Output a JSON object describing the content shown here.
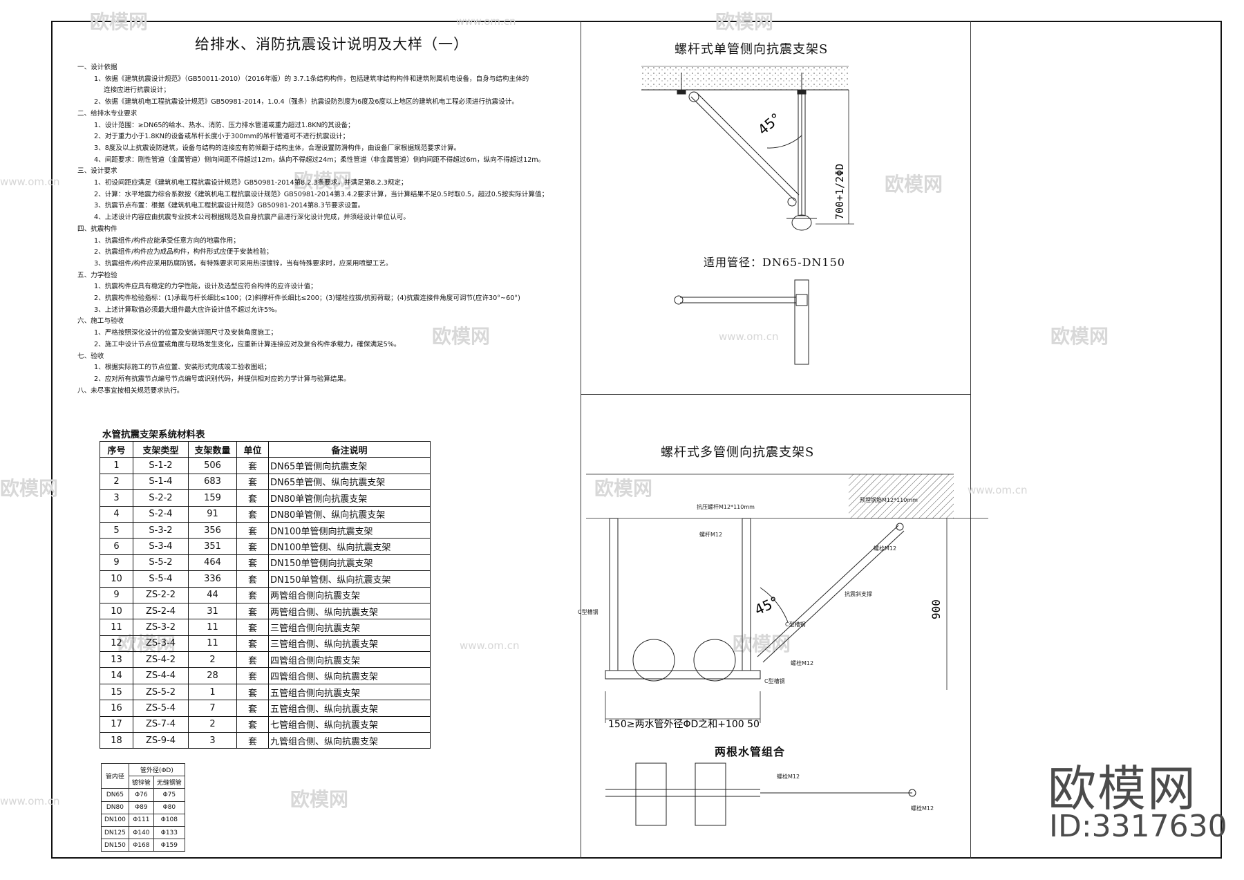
{
  "title": "给排水、消防抗震设计说明及大样（一）",
  "notes": [
    {
      "cls": "s",
      "text": "一、设计依据"
    },
    {
      "cls": "i",
      "text": "1、依据《建筑抗震设计规范》（GB50011-2010）（2016年版）的 3.7.1条结构构件，包括建筑非结构构件和建筑附属机电设备，自身与结构主体的"
    },
    {
      "cls": "i2",
      "text": "连接应进行抗震设计；"
    },
    {
      "cls": "i",
      "text": "2、依据《建筑机电工程抗震设计规范》GB50981-2014，1.0.4（强条）抗震设防烈度为6度及6度以上地区的建筑机电工程必须进行抗震设计。"
    },
    {
      "cls": "s",
      "text": "二、给排水专业要求"
    },
    {
      "cls": "i",
      "text": "1、设计范围：≥DN65的给水、热水、消防、压力排水管道或重力超过1.8KN的其设备；"
    },
    {
      "cls": "i",
      "text": "2、对于重力小于1.8KN的设备或吊杆长度小于300mm的吊杆管道可不进行抗震设计；"
    },
    {
      "cls": "i",
      "text": "3、8度及以上抗震设防建筑，设备与结构的连接应有防倾翻于结构主体，合理设置防滑构件，由设备厂家根据规范要求计算。"
    },
    {
      "cls": "i",
      "text": "4、间距要求：刚性管道（金属管道）侧向间距不得超过12m，纵向不得超过24m；柔性管道（非金属管道）侧向间距不得超过6m，纵向不得超过12m。"
    },
    {
      "cls": "s",
      "text": "三、设计要求"
    },
    {
      "cls": "i",
      "text": "1、初设间距应满足《建筑机电工程抗震设计规范》GB50981-2014第8.2.3条要求，并满足第8.2.3规定；"
    },
    {
      "cls": "i",
      "text": "2、计算：水平地震力综合系数按《建筑机电工程抗震设计规范》GB50981-2014第3.4.2要求计算，当计算结果不足0.5时取0.5，超过0.5按实际计算值；"
    },
    {
      "cls": "i",
      "text": "3、抗震节点布置：根据《建筑机电工程抗震设计规范》GB50981-2014第8.3节要求设置。"
    },
    {
      "cls": "i",
      "text": "4、上述设计内容应由抗震专业技术公司根据规范及自身抗震产品进行深化设计完成，并须经设计单位认可。"
    },
    {
      "cls": "s",
      "text": "四、抗震构件"
    },
    {
      "cls": "i",
      "text": "1、抗震组件/构件应能承受任意方向的地震作用；"
    },
    {
      "cls": "i",
      "text": "2、抗震组件/构件应为成品构件，构件形式应便于安装检验；"
    },
    {
      "cls": "i",
      "text": "3、抗震组件/构件应采用防腐防锈，有特殊要求可采用热浸镀锌，当有特殊要求时，应采用喷塑工艺。"
    },
    {
      "cls": "s",
      "text": "五、力学检验"
    },
    {
      "cls": "i",
      "text": "1、抗震构件应具有稳定的力学性能，设计及选型应符合构件的应许设计值；"
    },
    {
      "cls": "i",
      "text": "2、抗震构件检验指标：(1)承载与杆长细比≤100；(2)斜撑杆件长细比≤200；(3)锚栓拉拔/抗剪荷载；(4)抗震连接件角度可调节(应许30°~60°)"
    },
    {
      "cls": "i",
      "text": "3、上述计算取值必须最大组件最大应许设计值不超过允许5%。"
    },
    {
      "cls": "s",
      "text": "六、施工与验收"
    },
    {
      "cls": "i",
      "text": "1、严格按照深化设计的位置及安装详图尺寸及安装角度施工；"
    },
    {
      "cls": "i",
      "text": "2、施工中设计节点位置或角度与现场发生变化，应重新计算连接应对及复合构件承载力，確保满足5%。"
    },
    {
      "cls": "s",
      "text": "七、验收"
    },
    {
      "cls": "i",
      "text": "1、根据实际施工的节点位置、安装形式完成竣工验收图纸；"
    },
    {
      "cls": "i",
      "text": "2、应对所有抗震节点编号节点编号或识别代码，并提供相对应的力学计算与验算结果。"
    },
    {
      "cls": "s",
      "text": "八、未尽事宜按相关规范要求执行。"
    }
  ],
  "material_table": {
    "title": "水管抗震支架系统材料表",
    "headers": [
      "序号",
      "支架类型",
      "支架数量",
      "单位",
      "备注说明"
    ],
    "rows": [
      [
        "1",
        "S-1-2",
        "506",
        "套",
        "DN65单管侧向抗震支架"
      ],
      [
        "2",
        "S-1-4",
        "683",
        "套",
        "DN65单管侧、纵向抗震支架"
      ],
      [
        "3",
        "S-2-2",
        "159",
        "套",
        "DN80单管侧向抗震支架"
      ],
      [
        "4",
        "S-2-4",
        "91",
        "套",
        "DN80单管侧、纵向抗震支架"
      ],
      [
        "5",
        "S-3-2",
        "356",
        "套",
        "DN100单管侧向抗震支架"
      ],
      [
        "6",
        "S-3-4",
        "351",
        "套",
        "DN100单管侧、纵向抗震支架"
      ],
      [
        "9",
        "S-5-2",
        "464",
        "套",
        "DN150单管侧向抗震支架"
      ],
      [
        "10",
        "S-5-4",
        "336",
        "套",
        "DN150单管侧、纵向抗震支架"
      ],
      [
        "9",
        "ZS-2-2",
        "44",
        "套",
        "两管组合侧向抗震支架"
      ],
      [
        "10",
        "ZS-2-4",
        "31",
        "套",
        "两管组合侧、纵向抗震支架"
      ],
      [
        "11",
        "ZS-3-2",
        "11",
        "套",
        "三管组合侧向抗震支架"
      ],
      [
        "12",
        "ZS-3-4",
        "11",
        "套",
        "三管组合侧、纵向抗震支架"
      ],
      [
        "13",
        "ZS-4-2",
        "2",
        "套",
        "四管组合侧向抗震支架"
      ],
      [
        "14",
        "ZS-4-4",
        "28",
        "套",
        "四管组合侧、纵向抗震支架"
      ],
      [
        "15",
        "ZS-5-2",
        "1",
        "套",
        "五管组合侧向抗震支架"
      ],
      [
        "16",
        "ZS-5-4",
        "7",
        "套",
        "五管组合侧、纵向抗震支架"
      ],
      [
        "17",
        "ZS-7-4",
        "2",
        "套",
        "七管组合侧、纵向抗震支架"
      ],
      [
        "18",
        "ZS-9-4",
        "3",
        "套",
        "九管组合侧、纵向抗震支架"
      ]
    ]
  },
  "od_table": {
    "h1": "管内径",
    "h2": "管外径(ΦD)",
    "sub": [
      "镀锌管",
      "无缝钢管"
    ],
    "rows": [
      [
        "DN65",
        "Φ76",
        "Φ75"
      ],
      [
        "DN80",
        "Φ89",
        "Φ80"
      ],
      [
        "DN100",
        "Φ111",
        "Φ108"
      ],
      [
        "DN125",
        "Φ140",
        "Φ133"
      ],
      [
        "DN150",
        "Φ168",
        "Φ159"
      ]
    ]
  },
  "detail1": {
    "title": "螺杆式单管侧向抗震支架S",
    "angle": "45°",
    "dim": "700+1/2ΦD",
    "range": "适用管径：DN65-DN150"
  },
  "detail2": {
    "title": "螺杆式多管侧向抗震支架S",
    "angle": "45°",
    "dim_v": "900",
    "dim_h": "150≥两水管外径ΦD之和+100 50",
    "labels": {
      "top": "抗压螺杆M12*110mm",
      "bolt": "螺杆M12",
      "cbeam": "C型槽钢",
      "brace": "抗震斜支撑",
      "nut1": "螺栓M12",
      "cbar": "C型槽钢",
      "nut2": "螺栓M12",
      "bottom": "C型槽钢",
      "wall": "预埋钢筋M12*110mm"
    },
    "sub_title": "两根水管组合",
    "plan_nut": "螺栓M12",
    "plan_nut2": "螺栓M12"
  },
  "watermark": {
    "text": "欧模网",
    "url": "www.om.cn"
  },
  "logo": {
    "text": "欧模网",
    "id": "ID:3317630"
  }
}
